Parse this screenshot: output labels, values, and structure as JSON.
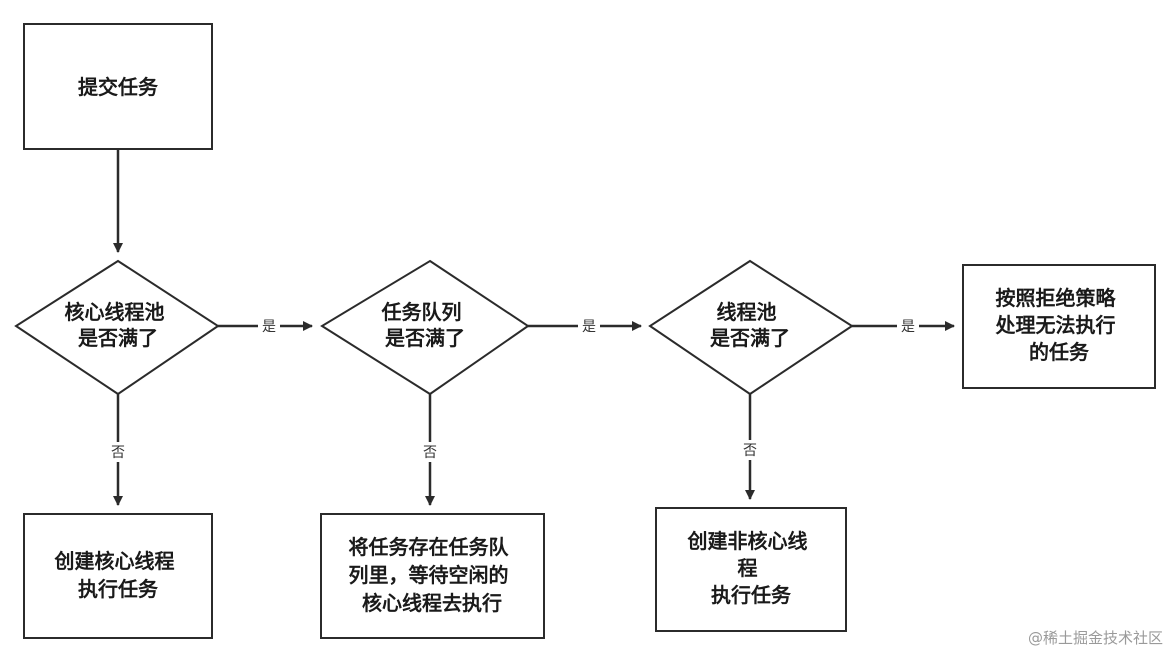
{
  "nodes": {
    "submit": {
      "lines": [
        "提交任务"
      ]
    },
    "core_full": {
      "lines": [
        "核心线程池",
        "是否满了"
      ]
    },
    "queue_full": {
      "lines": [
        "任务队列",
        "是否满了"
      ]
    },
    "pool_full": {
      "lines": [
        "线程池",
        "是否满了"
      ]
    },
    "reject": {
      "lines": [
        "按照拒绝策略",
        "处理无法执行",
        "的任务"
      ]
    },
    "create_core": {
      "lines": [
        "创建核心线程",
        "执行任务"
      ]
    },
    "store_queue": {
      "lines": [
        "将任务存在任务队",
        "列里，等待空闲的",
        "核心线程去执行"
      ]
    },
    "create_noncore": {
      "lines": [
        "创建非核心线",
        "程",
        "执行任务"
      ]
    }
  },
  "edges": {
    "yes": "是",
    "no": "否"
  },
  "watermark": "@稀土掘金技术社区",
  "colors": {
    "stroke": "#2b2b2b",
    "text": "#1a1a1a",
    "watermark": "#9a9a9a"
  }
}
